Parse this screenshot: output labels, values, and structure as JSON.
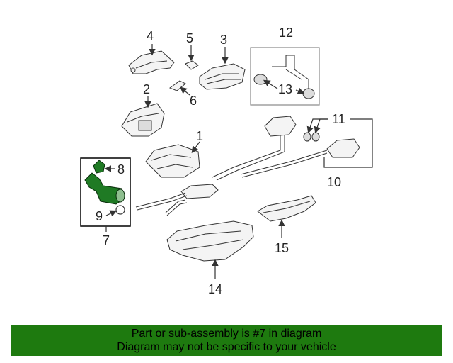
{
  "callouts": {
    "c1": "1",
    "c2": "2",
    "c3": "3",
    "c4": "4",
    "c5": "5",
    "c6": "6",
    "c7": "7",
    "c8": "8",
    "c9": "9",
    "c10": "10",
    "c11": "11",
    "c12": "12",
    "c13": "13",
    "c14": "14",
    "c15": "15"
  },
  "banner": {
    "line1": "Part or sub-assembly is #7 in diagram",
    "line2": "Diagram may not be specific to your vehicle"
  },
  "colors": {
    "banner_bg": "#1e7a0f",
    "highlight": "#1f7a24"
  }
}
